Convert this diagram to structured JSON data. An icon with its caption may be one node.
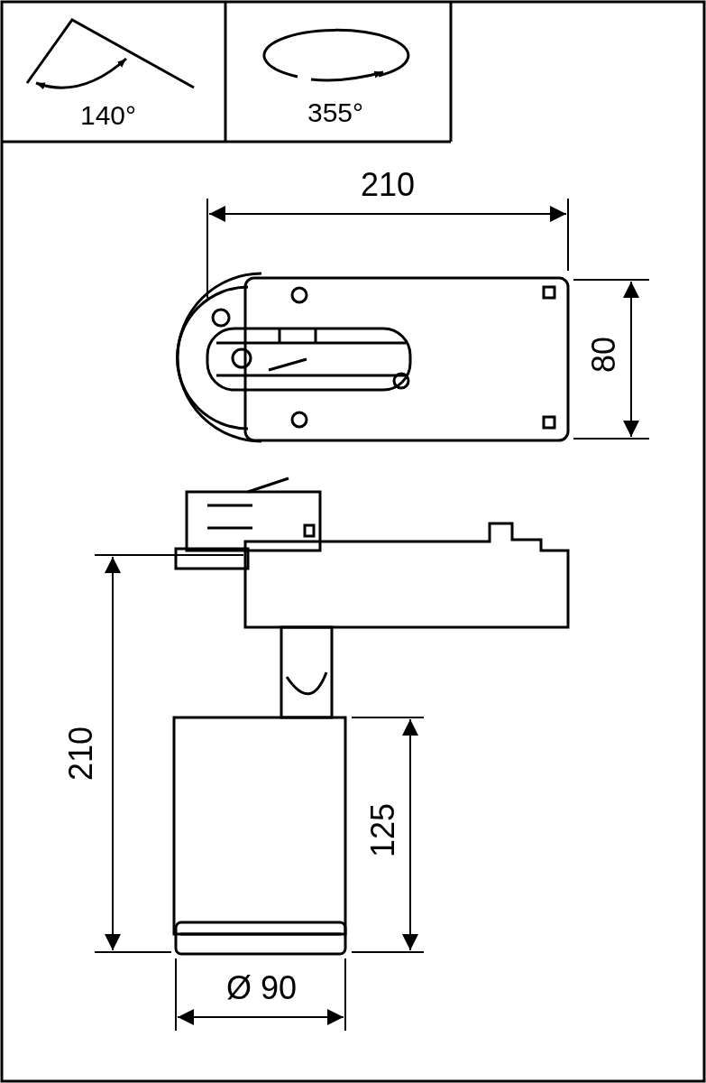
{
  "diagram": {
    "labels": [
      "140°",
      "355°",
      "210",
      "80",
      "210",
      "125",
      "Ø 90"
    ]
  }
}
